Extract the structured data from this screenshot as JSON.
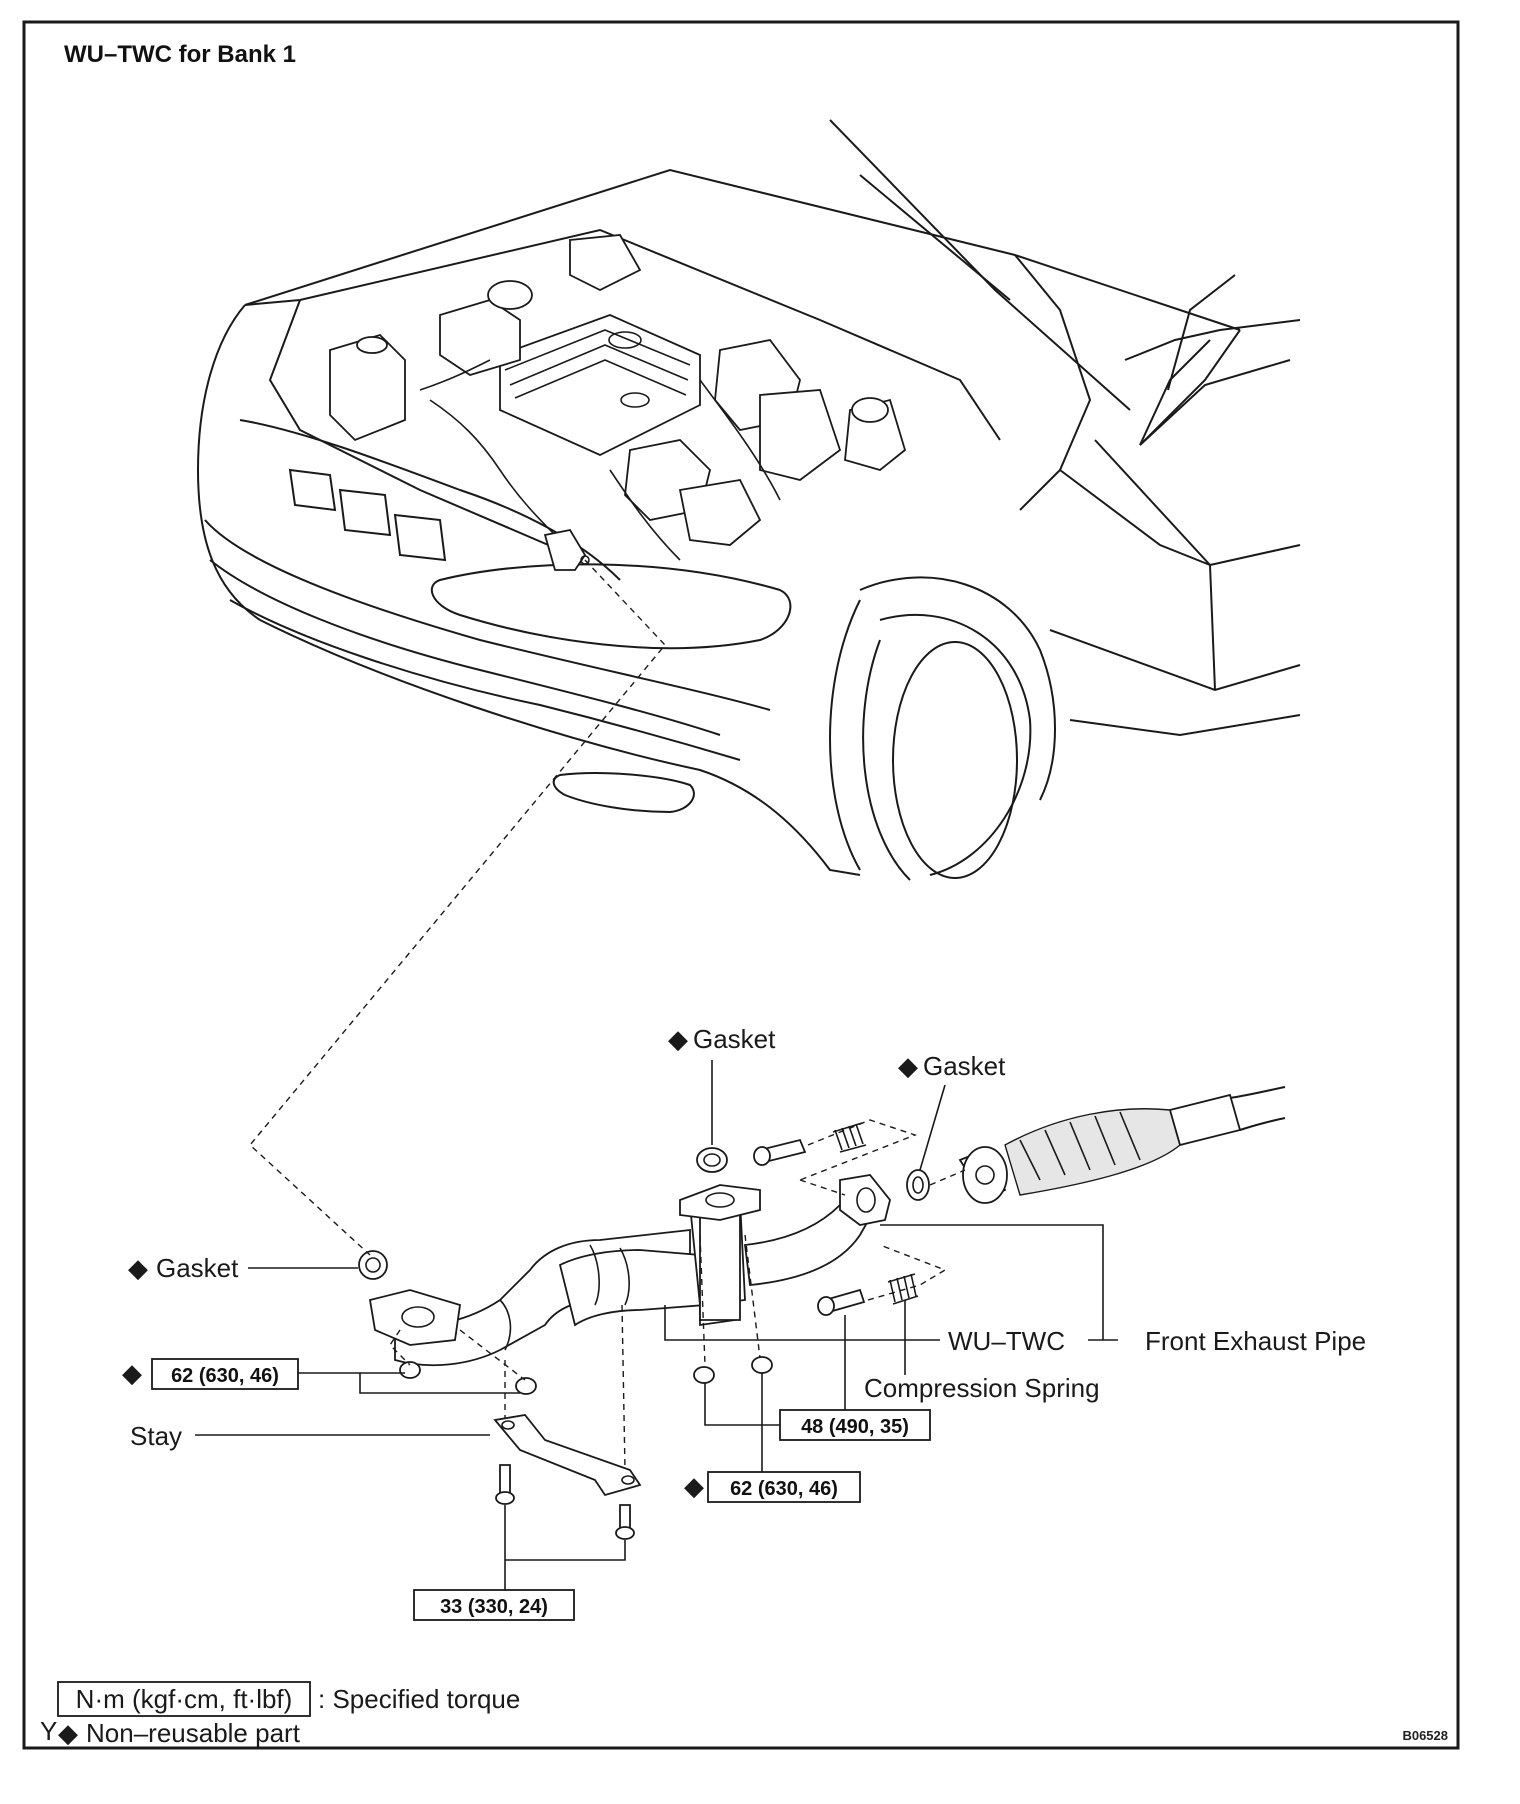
{
  "title": "WU–TWC for Bank 1",
  "diagram_code": "B06528",
  "corner_mark": "Y",
  "diamond_symbol": "◆",
  "callouts": {
    "gasket_top": "Gasket",
    "gasket_right": "Gasket",
    "gasket_left": "Gasket",
    "wu_twc": "WU–TWC",
    "front_exhaust_pipe": "Front Exhaust Pipe",
    "compression_spring": "Compression Spring",
    "stay": "Stay"
  },
  "torque_specs": {
    "left_nuts": "62 (630, 46)",
    "center_bolts": "48 (490, 35)",
    "center_nuts": "62 (630, 46)",
    "stay_bolts": "33 (330, 24)"
  },
  "legend": {
    "torque_unit": "N·m (kgf·cm, ft·lbf)",
    "torque_desc": ": Specified torque",
    "nonreusable_desc": "Non–reusable part"
  }
}
